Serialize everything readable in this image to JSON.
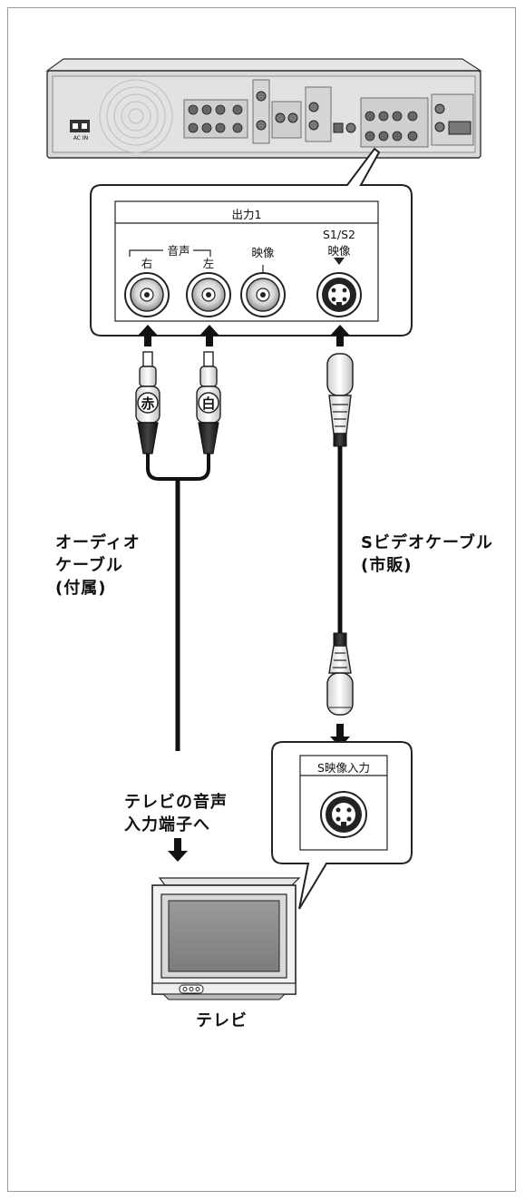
{
  "recorder_rear": {
    "ac_in": "AC IN"
  },
  "output_panel": {
    "title": "出力1",
    "audio_group": "音声",
    "right": "右",
    "left": "左",
    "video": "映像",
    "s_video_line1": "S1/S2",
    "s_video_line2": "映像"
  },
  "plugs": {
    "red": "赤",
    "white": "白"
  },
  "cables": {
    "audio_line1": "オーディオ",
    "audio_line2": "ケーブル",
    "audio_line3": "(付属)",
    "svideo_line1": "Sビデオケーブル",
    "svideo_line2": "(市販)"
  },
  "tv_audio": {
    "line1": "テレビの音声",
    "line2": "入力端子へ"
  },
  "tv_input_panel": {
    "title": "S映像入力"
  },
  "tv": {
    "label": "テレビ"
  }
}
